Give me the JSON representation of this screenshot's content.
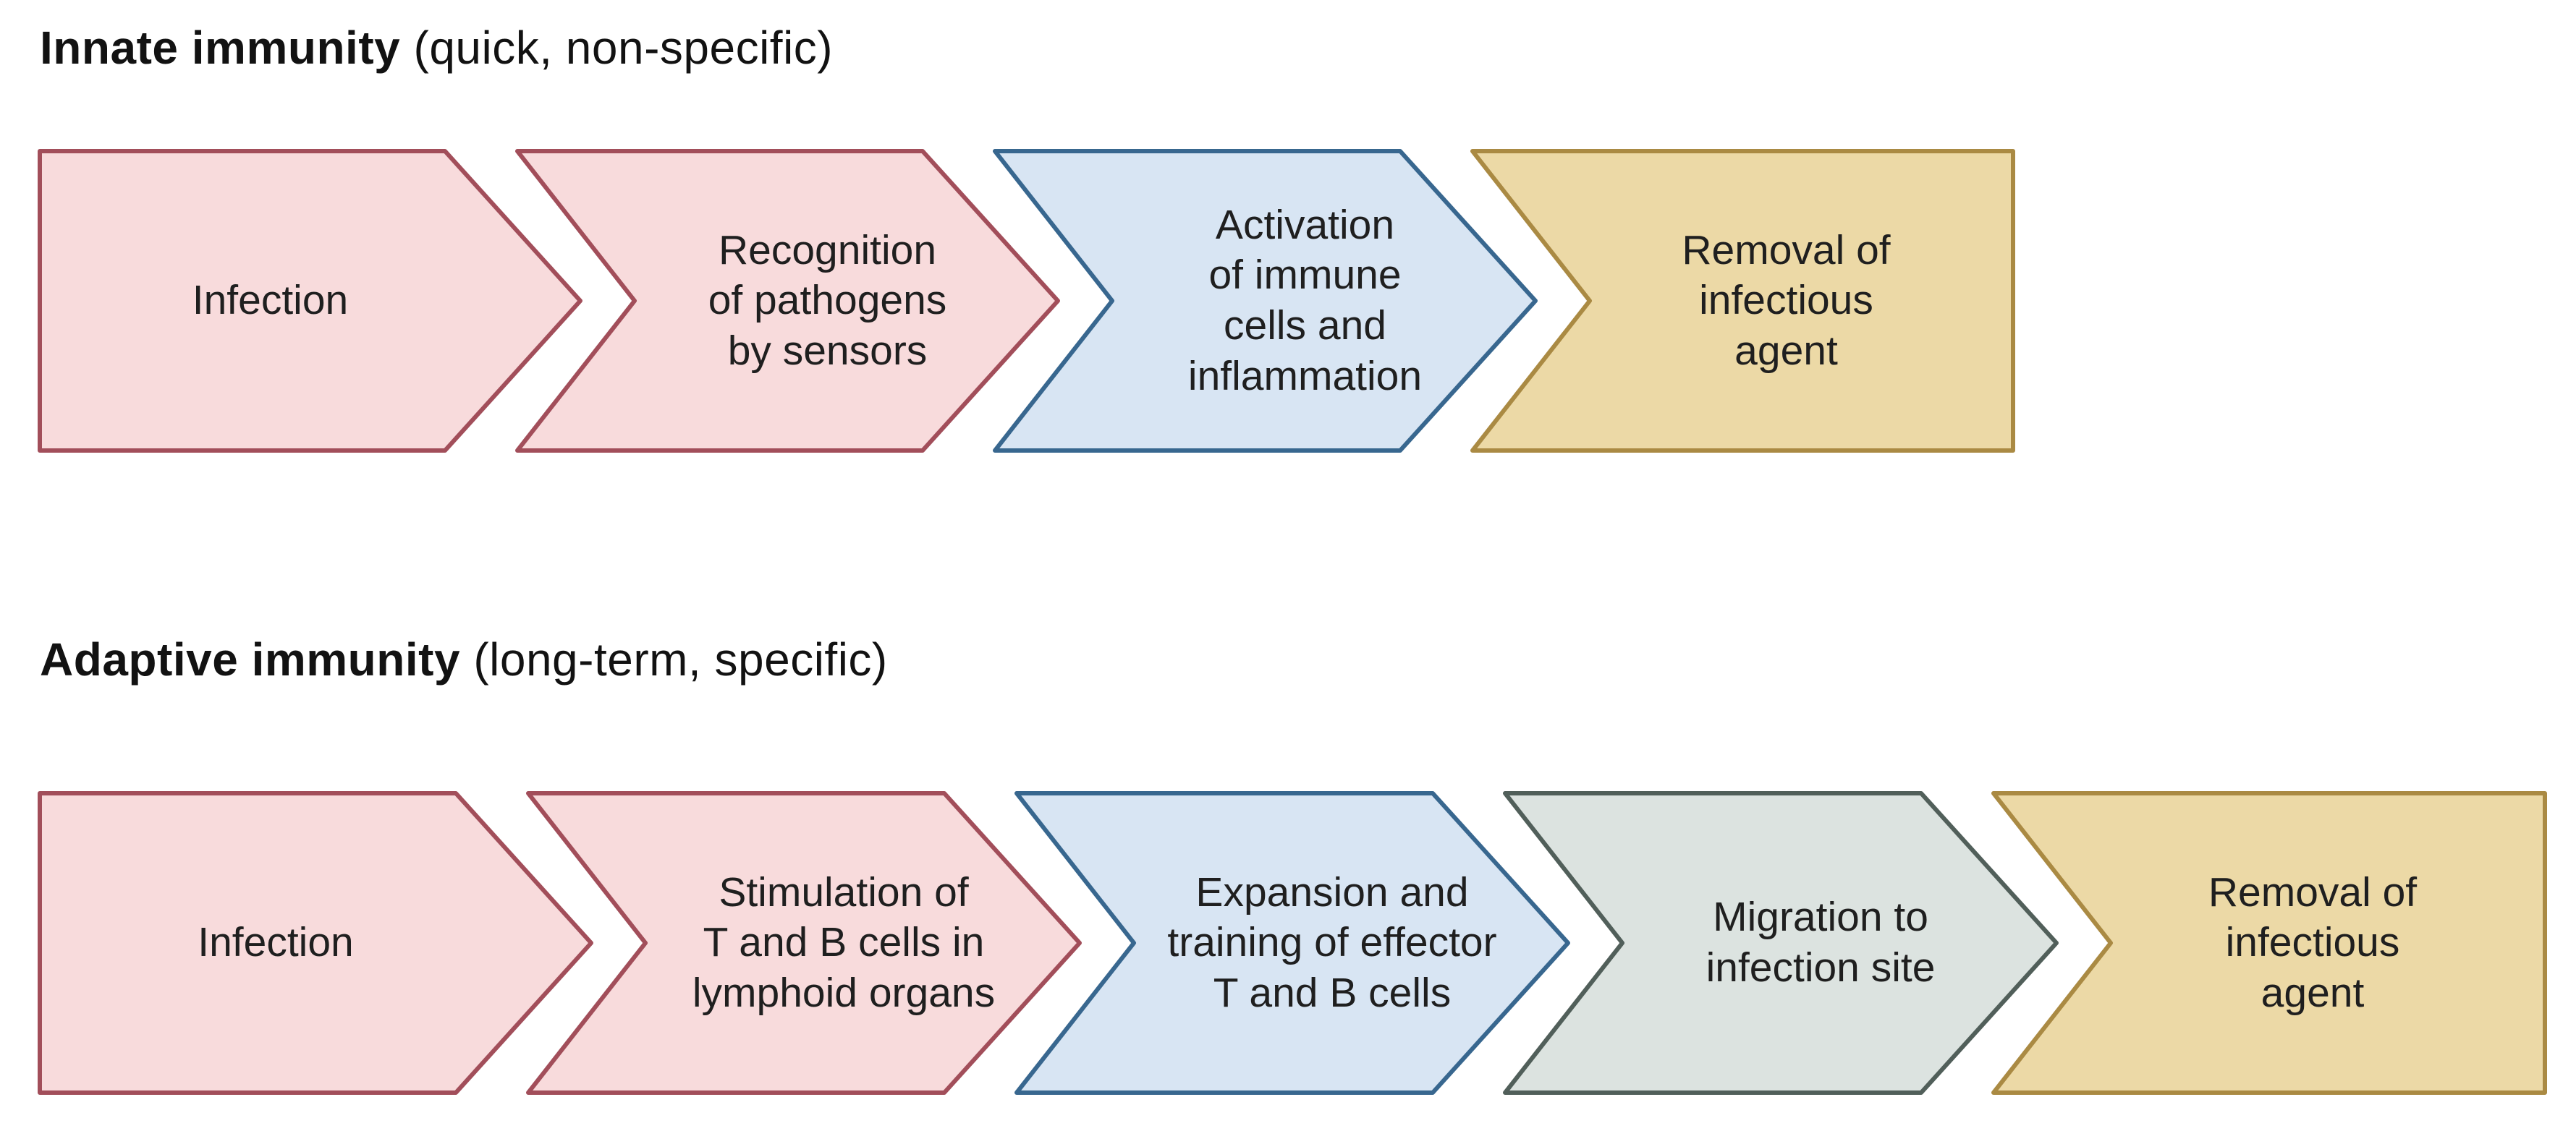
{
  "titles": {
    "innate_bold": "Innate immunity",
    "innate_rest": " (quick, non-specific)",
    "adaptive_bold": "Adaptive immunity",
    "adaptive_rest": " (long-term, specific)"
  },
  "colors": {
    "background": "#ffffff",
    "title_text": "#121212",
    "label_text": "#1f1f1f",
    "pink_fill": "#f8dbdc",
    "pink_stroke": "#a24e5a",
    "blue_fill": "#d8e5f3",
    "blue_stroke": "#38678f",
    "green_fill": "#dce3e0",
    "green_stroke": "#515f5a",
    "tan_fill": "#ecd9a6",
    "tan_stroke": "#aa8a43"
  },
  "rows": [
    {
      "name": "innate-immunity-flow",
      "steps": [
        {
          "label": "Infection",
          "color": "pink",
          "shape": "start"
        },
        {
          "label": "Recognition\nof pathogens\nby sensors",
          "color": "pink",
          "shape": "mid"
        },
        {
          "label": "Activation\nof immune\ncells and\ninflammation",
          "color": "blue",
          "shape": "mid"
        },
        {
          "label": "Removal of\ninfectious\nagent",
          "color": "tan",
          "shape": "end"
        }
      ]
    },
    {
      "name": "adaptive-immunity-flow",
      "steps": [
        {
          "label": "Infection",
          "color": "pink",
          "shape": "start"
        },
        {
          "label": "Stimulation of\nT and B cells in\nlymphoid organs",
          "color": "pink",
          "shape": "mid"
        },
        {
          "label": "Expansion and\ntraining of effector\nT and B cells",
          "color": "blue",
          "shape": "mid"
        },
        {
          "label": "Migration to\ninfection site",
          "color": "green",
          "shape": "mid"
        },
        {
          "label": "Removal of\ninfectious\nagent",
          "color": "tan",
          "shape": "end"
        }
      ]
    }
  ]
}
